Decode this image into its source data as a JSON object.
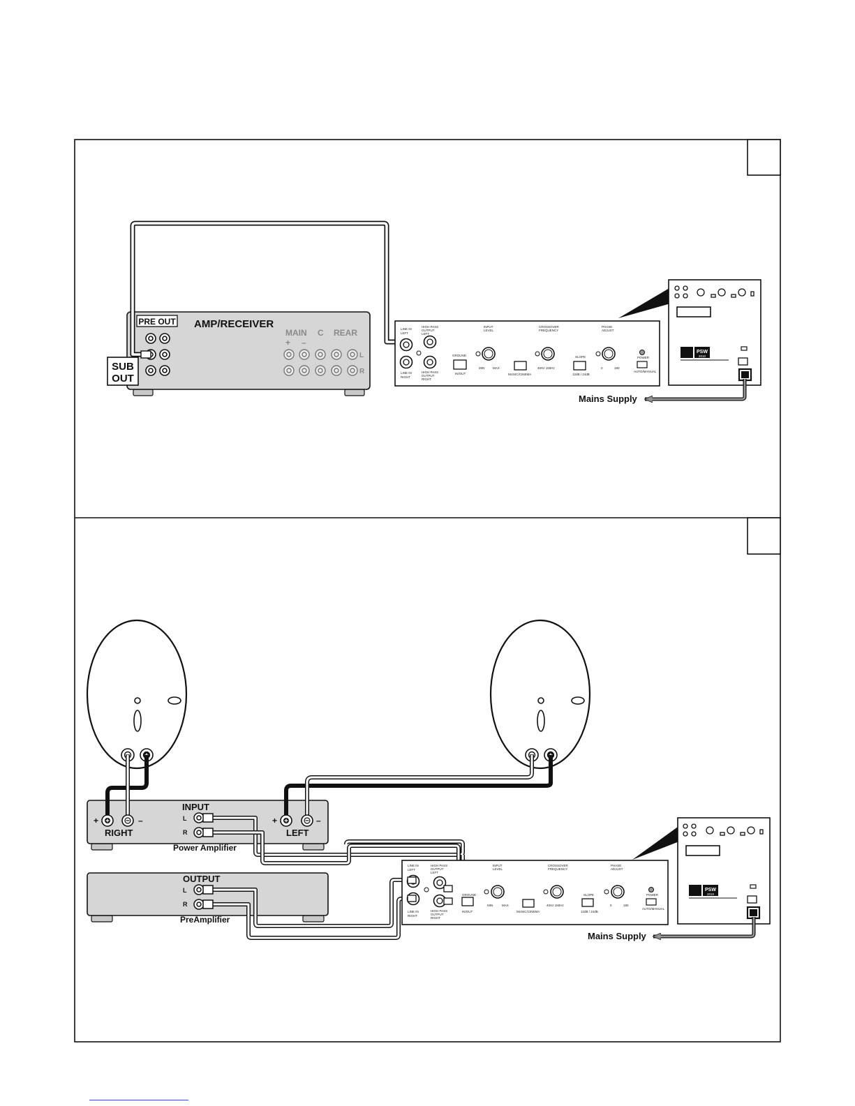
{
  "figure1": {
    "panel_number": "",
    "amp_receiver": {
      "title": "AMP/RECEIVER",
      "pre_out": "PRE OUT",
      "plus": "+",
      "minus": "–",
      "main": "MAIN",
      "c": "C",
      "rear": "REAR",
      "l": "L",
      "r": "R",
      "sub_out_line1": "SUB",
      "sub_out_line2": "OUT"
    },
    "panel_labels": {
      "line_in_left": [
        "LINE IN",
        "LEFT"
      ],
      "line_in_right": [
        "LINE IN",
        "RIGHT"
      ],
      "hp_out_left": [
        "HIGH PASS",
        "OUTPUT",
        "LEFT"
      ],
      "hp_out_right": [
        "HIGH PASS",
        "OUTPUT",
        "RIGHT"
      ],
      "ground": "GROUND",
      "ground_switch": "IN/OUT",
      "input_level": [
        "INPUT",
        "LEVEL"
      ],
      "min": "MIN",
      "max": "MAX",
      "music_cinema": "MUSIC/CINEMA",
      "crossover": [
        "CROSSOVER",
        "FREQUENCY"
      ],
      "crossover_range": "40Hz 150Hz",
      "slope": "SLOPE",
      "slope_values": "12dB / 24dB",
      "phase": [
        "PHASE",
        "ADJUST"
      ],
      "phase_0": "0",
      "phase_180": "180",
      "power": "POWER",
      "auto_manual": "AUTO/MANUAL"
    },
    "logo_text": "PSW",
    "model_text": "2010",
    "mains_supply": "Mains Supply"
  },
  "figure2": {
    "panel_number": "",
    "power_amp": {
      "input": "INPUT",
      "l": "L",
      "r": "R",
      "plus": "+",
      "minus": "–",
      "right": "RIGHT",
      "left": "LEFT",
      "caption": "Power Amplifier"
    },
    "pre_amp": {
      "output": "OUTPUT",
      "l": "L",
      "r": "R",
      "caption": "PreAmplifier"
    },
    "logo_text": "PSW",
    "model_text": "2010",
    "mains_supply": "Mains Supply"
  }
}
